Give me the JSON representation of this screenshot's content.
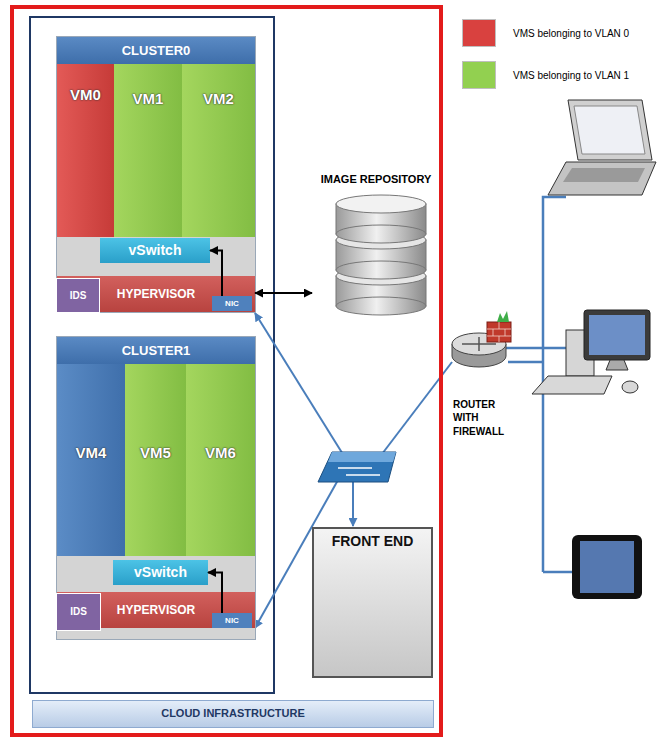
{
  "diagram": {
    "nodes": [
      {
        "text": [
          "CLOUD INFRASTRUCTURE"
        ]
      },
      {
        "text": [
          "CLUSTER0"
        ],
        "in": 0
      },
      {
        "text": [
          "VM0"
        ],
        "in": 1
      },
      {
        "text": [
          "VM1"
        ],
        "in": 1
      },
      {
        "text": [
          "VM2"
        ],
        "in": 1
      },
      {
        "text": [
          "vSwitch"
        ],
        "in": 1
      },
      {
        "text": [
          "HYPERVISOR"
        ],
        "in": 1
      },
      {
        "text": [
          "IDS"
        ],
        "in": 1
      },
      {
        "text": [
          "NIC"
        ],
        "in": 6
      },
      {
        "text": [
          "CLUSTER1"
        ],
        "in": 0
      },
      {
        "text": [
          "VM4"
        ],
        "in": 9
      },
      {
        "text": [
          "VM5"
        ],
        "in": 9
      },
      {
        "text": [
          "VM6"
        ],
        "in": 9
      },
      {
        "text": [
          "vSwitch"
        ],
        "in": 9
      },
      {
        "text": [
          "HYPERVISOR"
        ],
        "in": 9
      },
      {
        "text": [
          "IDS"
        ],
        "in": 9
      },
      {
        "text": [
          "NIC"
        ],
        "in": 14
      },
      {
        "text": [
          "IMAGE REPOSITORY"
        ],
        "in": 0
      },
      {
        "text": [
          "FRONT END"
        ],
        "in": 0
      },
      {
        "text": [
          "ROUTER WITH FIREWALL"
        ]
      }
    ],
    "edges": [
      {
        "from": 8,
        "to": 5,
        "arrow": "to"
      },
      {
        "from": 16,
        "to": 13,
        "arrow": "to"
      },
      {
        "from": 1,
        "to": 17,
        "arrow": "both"
      }
    ],
    "legend": [
      {
        "text": "VMS belonging to VLAN 0",
        "color": "#d9413f"
      },
      {
        "text": "VMS belonging to VLAN 1",
        "color": "#92d050"
      }
    ]
  }
}
